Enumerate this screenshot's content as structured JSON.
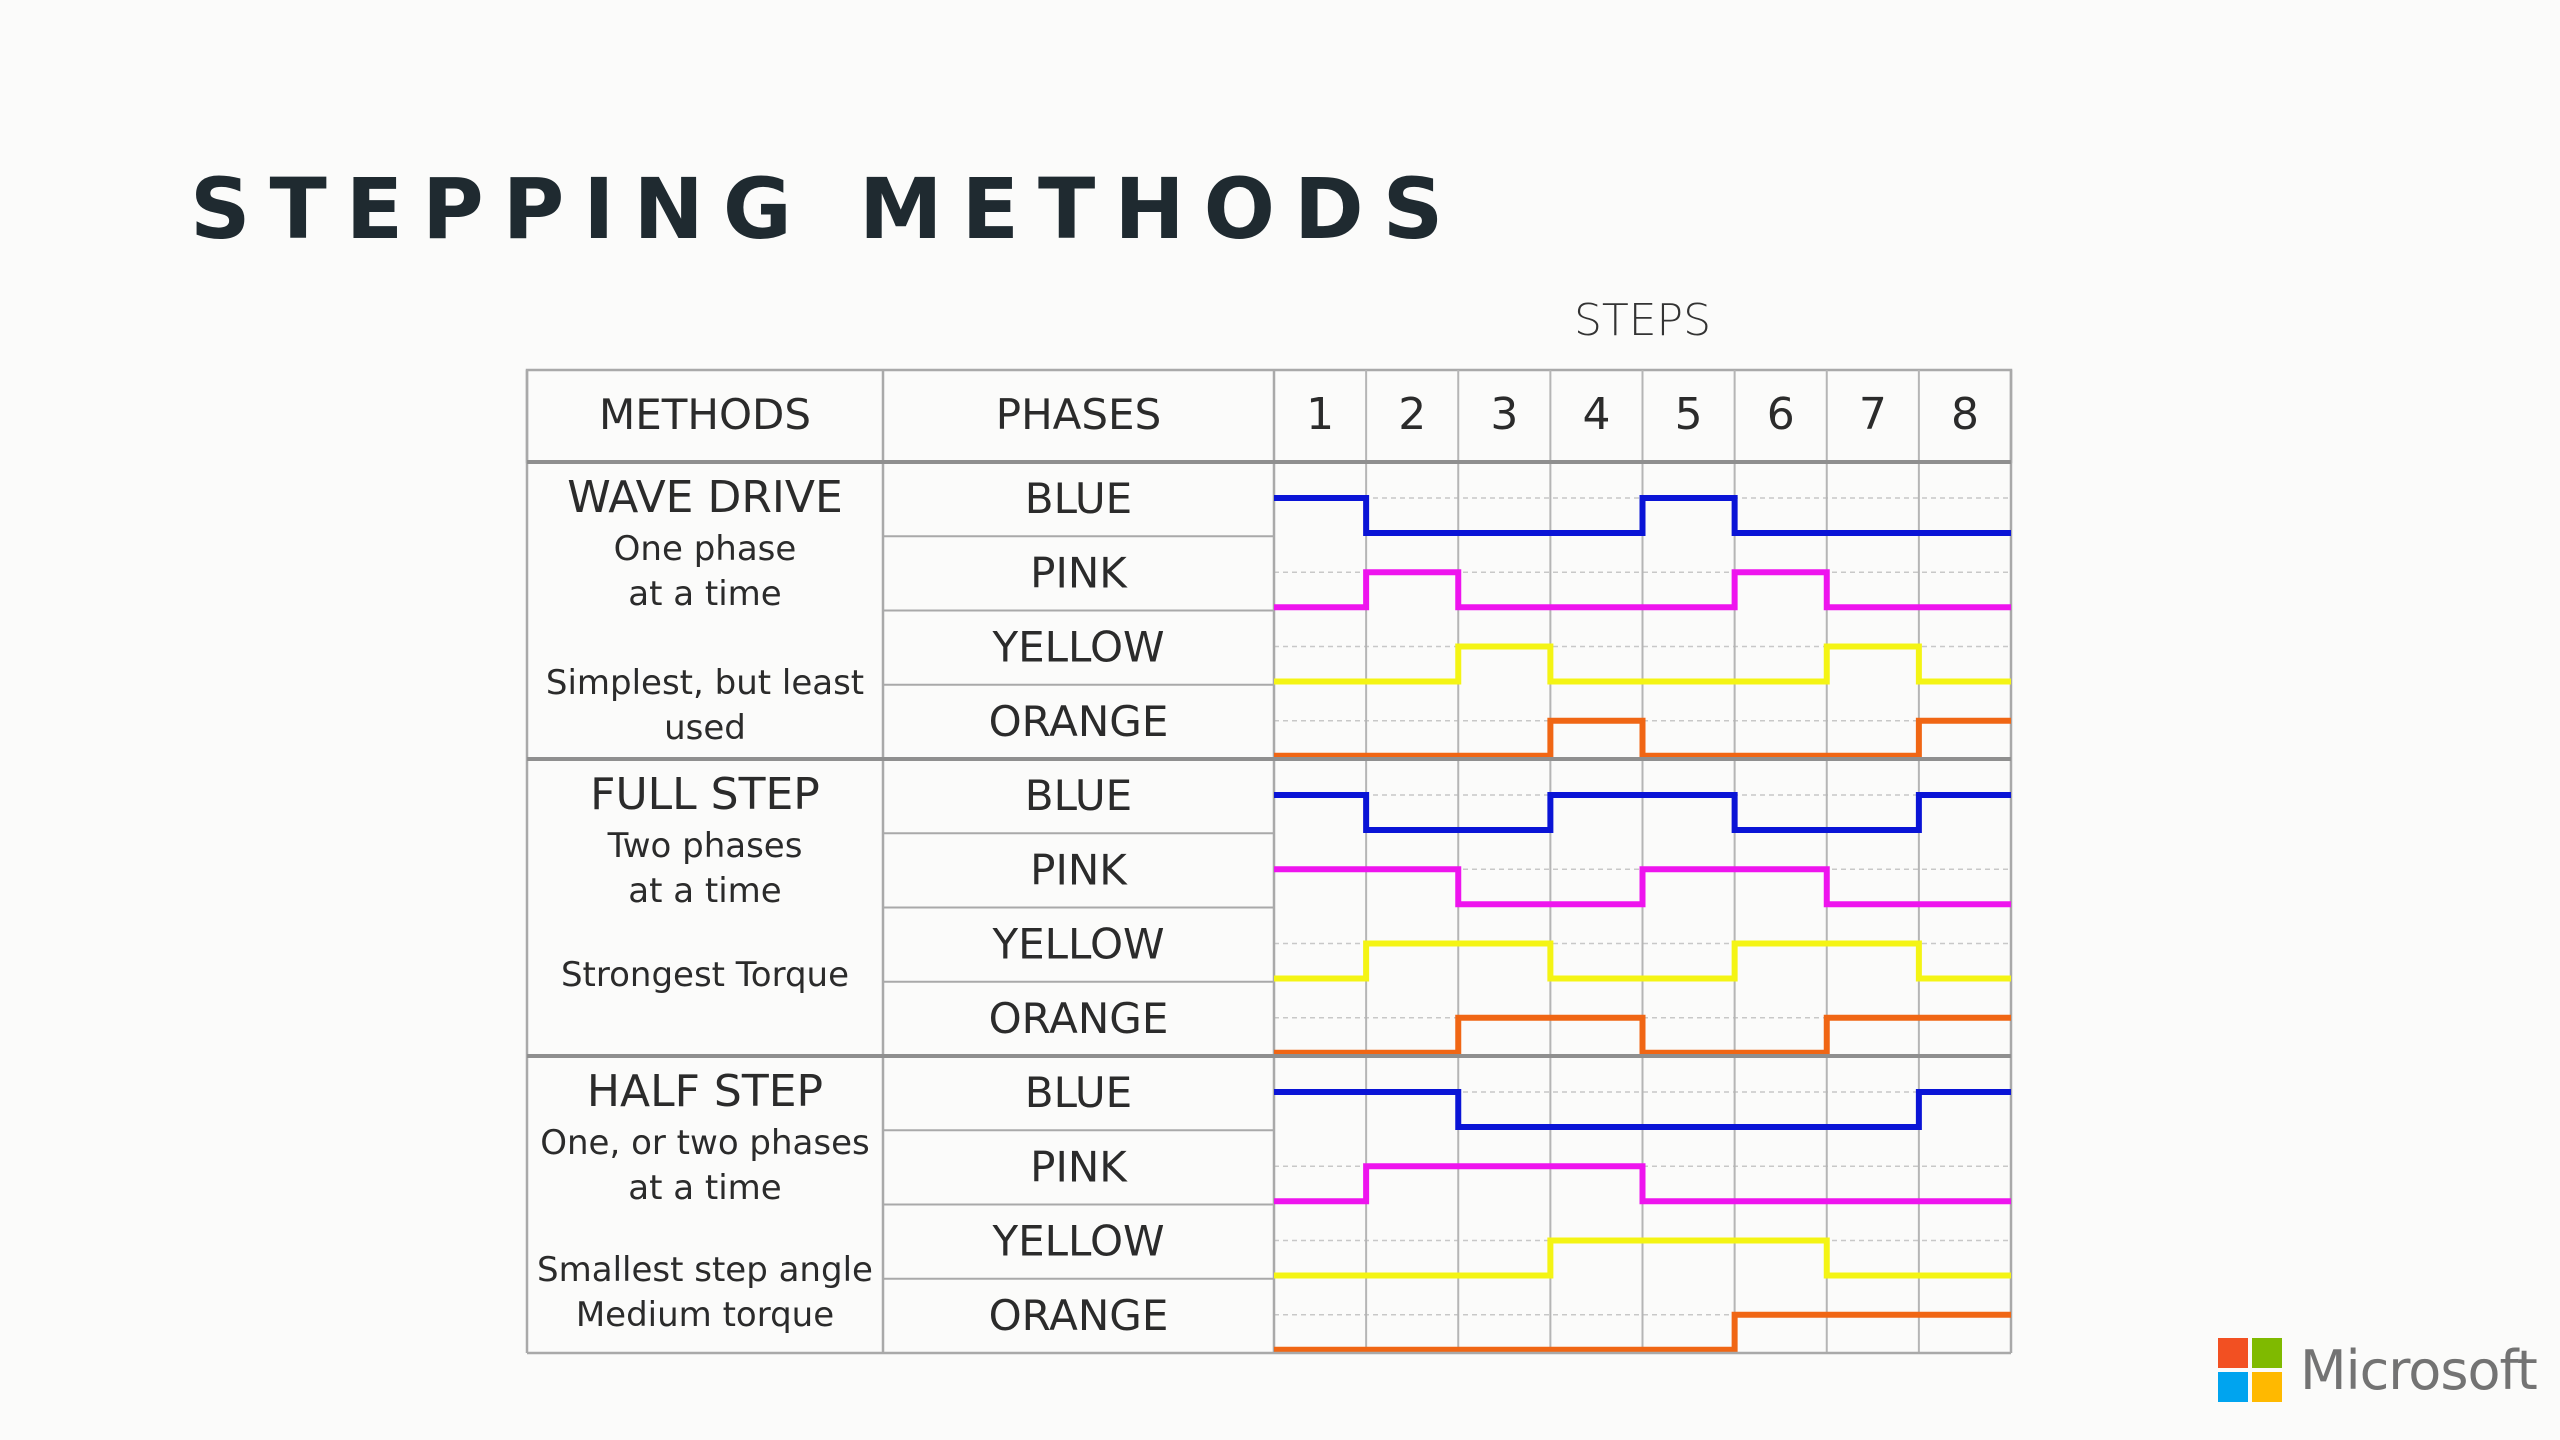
{
  "title": "STEPPING METHODS",
  "steps_caption": "STEPS",
  "headers": {
    "methods": "METHODS",
    "phases": "PHASES"
  },
  "steps": [
    "1",
    "2",
    "3",
    "4",
    "5",
    "6",
    "7",
    "8"
  ],
  "phase_colors": {
    "BLUE": "#0a14d6",
    "PINK": "#ee14ee",
    "YELLOW": "#f4f414",
    "ORANGE": "#f06614"
  },
  "methods": [
    {
      "name": "WAVE DRIVE",
      "desc": [
        "One phase",
        "at a time"
      ],
      "note": [
        "Simplest, but least",
        "used"
      ],
      "phases": [
        {
          "label": "BLUE",
          "levels": [
            1,
            0,
            0,
            0,
            1,
            0,
            0,
            0
          ]
        },
        {
          "label": "PINK",
          "levels": [
            0,
            1,
            0,
            0,
            0,
            1,
            0,
            0
          ]
        },
        {
          "label": "YELLOW",
          "levels": [
            0,
            0,
            1,
            0,
            0,
            0,
            1,
            0
          ]
        },
        {
          "label": "ORANGE",
          "levels": [
            0,
            0,
            0,
            1,
            0,
            0,
            0,
            1
          ]
        }
      ]
    },
    {
      "name": "FULL STEP",
      "desc": [
        "Two phases",
        "at a time"
      ],
      "note": [
        "Strongest Torque"
      ],
      "phases": [
        {
          "label": "BLUE",
          "levels": [
            1,
            0,
            0,
            1,
            1,
            0,
            0,
            1
          ]
        },
        {
          "label": "PINK",
          "levels": [
            1,
            1,
            0,
            0,
            1,
            1,
            0,
            0
          ]
        },
        {
          "label": "YELLOW",
          "levels": [
            0,
            1,
            1,
            0,
            0,
            1,
            1,
            0
          ]
        },
        {
          "label": "ORANGE",
          "levels": [
            0,
            0,
            1,
            1,
            0,
            0,
            1,
            1
          ]
        }
      ]
    },
    {
      "name": "HALF STEP",
      "desc": [
        "One, or two phases",
        "at a time"
      ],
      "note": [
        "Smallest step angle",
        "Medium torque"
      ],
      "phases": [
        {
          "label": "BLUE",
          "levels": [
            1,
            1,
            0,
            0,
            0,
            0,
            0,
            1
          ]
        },
        {
          "label": "PINK",
          "levels": [
            0,
            1,
            1,
            1,
            0,
            0,
            0,
            0
          ]
        },
        {
          "label": "YELLOW",
          "levels": [
            0,
            0,
            0,
            1,
            1,
            1,
            0,
            0
          ]
        },
        {
          "label": "ORANGE",
          "levels": [
            0,
            0,
            0,
            0,
            0,
            1,
            1,
            1
          ]
        }
      ]
    }
  ],
  "logo": {
    "wordmark": "Microsoft",
    "colors": [
      "#f25022",
      "#7fba00",
      "#00a4ef",
      "#ffb900"
    ]
  }
}
